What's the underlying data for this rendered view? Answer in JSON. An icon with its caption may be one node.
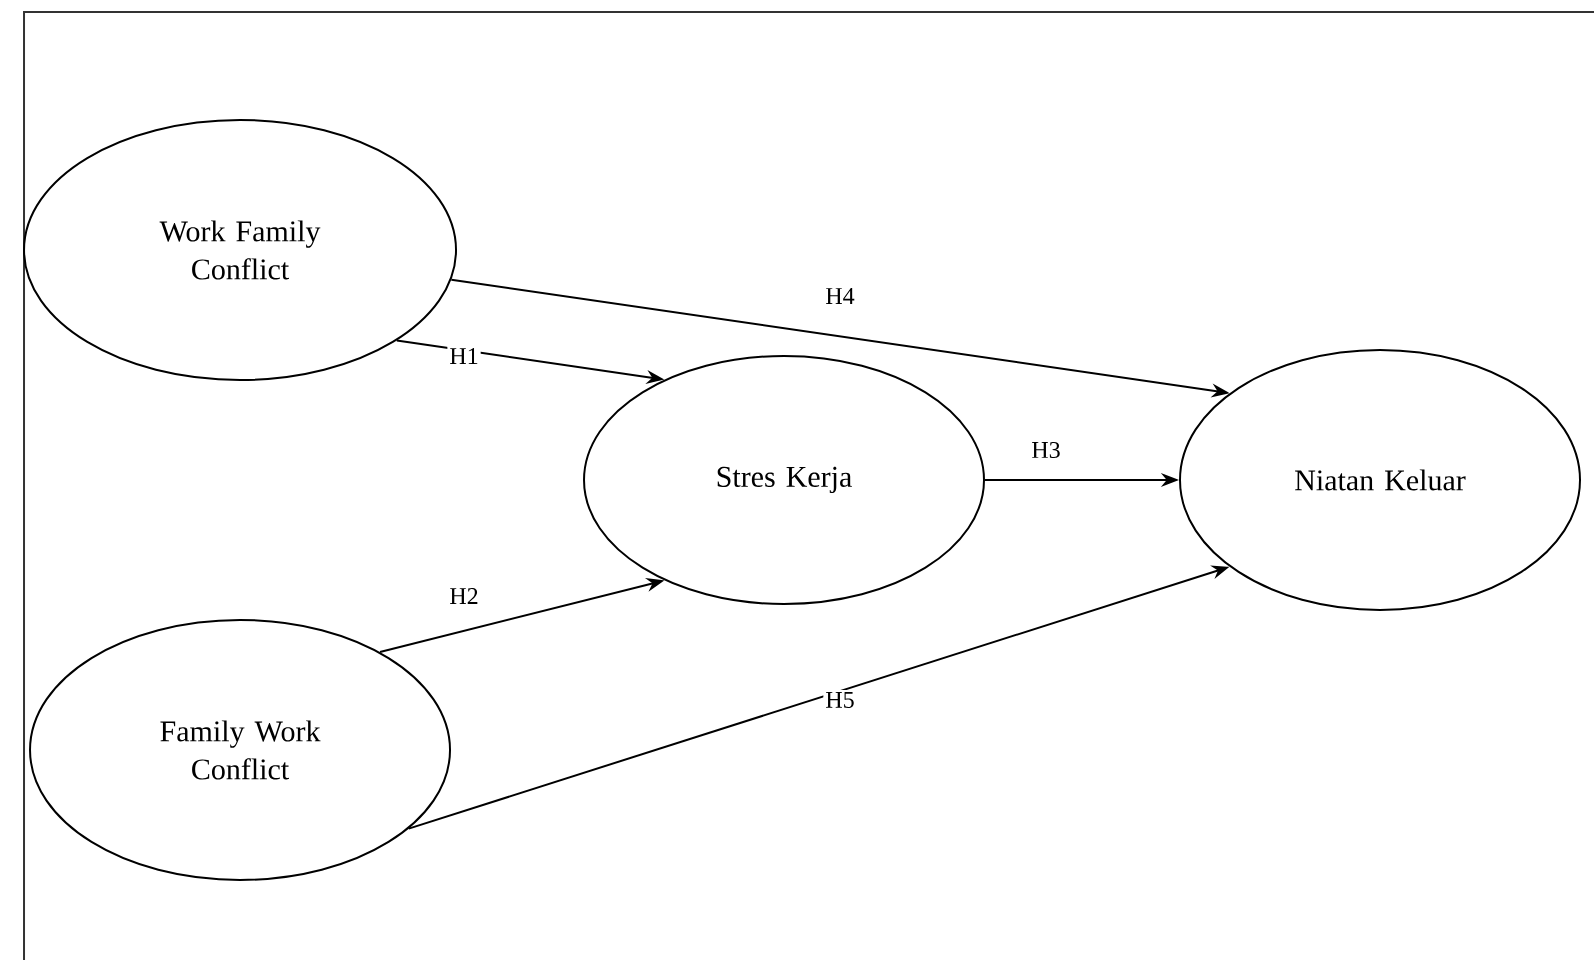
{
  "diagram": {
    "nodes": [
      {
        "text": [
          "Work Family Conflict"
        ]
      },
      {
        "text": [
          "Family Work Conflict"
        ]
      },
      {
        "text": [
          "Stres Kerja"
        ]
      },
      {
        "text": [
          "Niatan Keluar"
        ]
      }
    ],
    "edges": [
      {
        "from": 0,
        "to": 2,
        "arrow": "to",
        "label": "H1"
      },
      {
        "from": 1,
        "to": 2,
        "arrow": "to",
        "label": "H2"
      },
      {
        "from": 2,
        "to": 3,
        "arrow": "to",
        "label": "H3"
      },
      {
        "from": 0,
        "to": 3,
        "arrow": "to",
        "label": "H4"
      },
      {
        "from": 1,
        "to": 3,
        "arrow": "to",
        "label": "H5"
      }
    ]
  }
}
